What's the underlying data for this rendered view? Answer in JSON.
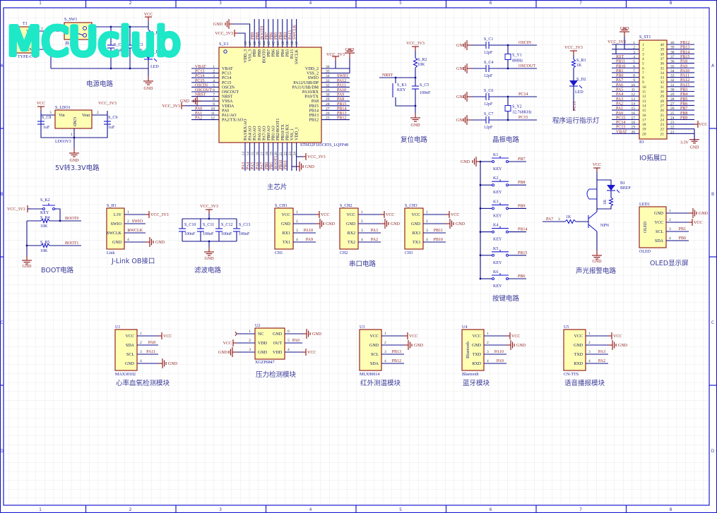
{
  "watermark": "MCUclub",
  "colors": {
    "wire": "#10108c",
    "net_label": "#8b1a1a",
    "component_body": "#ffffb4",
    "component_outline": "#8b1010",
    "frame": "#1a1ad0",
    "watermark": "#1ee8c8"
  },
  "frame": {
    "columns": [
      "1",
      "2",
      "3",
      "4",
      "5",
      "6",
      "7",
      "8"
    ],
    "rows": [
      "A",
      "B",
      "C",
      "D"
    ]
  },
  "power": {
    "title": "电源电路",
    "t1": {
      "ref": "T1",
      "vcc": "VCC",
      "nc": "NC",
      "gnd": "GND",
      "name": "TYPE-C-2P",
      "p1": "1",
      "p2": "2"
    },
    "sw": {
      "ref": "S_SW1",
      "name": "开关",
      "p2": "2"
    },
    "c2": {
      "ref": "S_C2",
      "val": "10uF"
    },
    "c3": {
      "ref": "S_C3",
      "val": "10uF"
    },
    "r1": {
      "ref": "S_R1"
    },
    "d1": {
      "ref": "S_D1",
      "name": "LED"
    },
    "vcc": "VCC",
    "gnd": "GND"
  },
  "ldo": {
    "title": "5V转3.3V电路",
    "ref": "S_LDO1",
    "vin": "Vin",
    "vout": "Vout",
    "gnd_pin": "GND",
    "name": "LDO3V3",
    "p3": "3",
    "p2": "2",
    "p1": "1",
    "c8": {
      "ref": "S_C8",
      "val": "1uF"
    },
    "c9": {
      "ref": "S_C9",
      "val": "1uF"
    },
    "vcc": "VCC",
    "vcc33": "VCC_3V3",
    "gnd": "GND"
  },
  "mcu": {
    "title": "主芯片",
    "ref": "S_U1",
    "name": "STM32F103C8T6_LQFP48",
    "left": [
      {
        "num": "1",
        "name": "VBAT",
        "net": "VBAT"
      },
      {
        "num": "2",
        "name": "PC13",
        "net": "PC13"
      },
      {
        "num": "3",
        "name": "PC14",
        "net": "PC14"
      },
      {
        "num": "4",
        "name": "PC15",
        "net": "PC15"
      },
      {
        "num": "5",
        "name": "OSCIN",
        "net": "OSCIN"
      },
      {
        "num": "6",
        "name": "OSCOUT",
        "net": "OSCOUT"
      },
      {
        "num": "7",
        "name": "NRST",
        "net": "NRST"
      },
      {
        "num": "8",
        "name": "VSSA",
        "net": "GND"
      },
      {
        "num": "9",
        "name": "VDDA",
        "net": "VCC_3V3"
      },
      {
        "num": "10",
        "name": "PA0",
        "net": "PA0"
      },
      {
        "num": "11",
        "name": "PA1/AO",
        "net": "PA1"
      },
      {
        "num": "12",
        "name": "PA2/TX/AO",
        "net": "PA2"
      }
    ],
    "right": [
      {
        "num": "36",
        "name": "VDD_2",
        "net": "VCC_3V3"
      },
      {
        "num": "35",
        "name": "VSS_2",
        "net": "GND"
      },
      {
        "num": "34",
        "name": "SWIO",
        "net": "SWIO"
      },
      {
        "num": "33",
        "name": "PA12/USB/DP",
        "net": "PA12"
      },
      {
        "num": "32",
        "name": "PA11/USB/DM",
        "net": "PA11"
      },
      {
        "num": "31",
        "name": "PA10/RX",
        "net": "PA10"
      },
      {
        "num": "30",
        "name": "PA9/TX",
        "net": "PA9"
      },
      {
        "num": "29",
        "name": "PA8",
        "net": "PA8"
      },
      {
        "num": "28",
        "name": "PB15",
        "net": "PB15"
      },
      {
        "num": "27",
        "name": "PB14",
        "net": "PB14"
      },
      {
        "num": "26",
        "name": "PB13",
        "net": "PB13"
      },
      {
        "num": "25",
        "name": "PB12",
        "net": "PB12"
      }
    ],
    "top": [
      {
        "num": "48",
        "name": "VDD_3",
        "net": "VCC_3V3"
      },
      {
        "num": "47",
        "name": "VSS_3",
        "net": "GND"
      },
      {
        "num": "46",
        "name": "PB9",
        "net": "PB9"
      },
      {
        "num": "45",
        "name": "PB8",
        "net": "PB8"
      },
      {
        "num": "44",
        "name": "BOOT0",
        "net": "BOOT0"
      },
      {
        "num": "43",
        "name": "PB7",
        "net": "PB7"
      },
      {
        "num": "42",
        "name": "PB6",
        "net": "PB6"
      },
      {
        "num": "41",
        "name": "PB5",
        "net": "PB5"
      },
      {
        "num": "40",
        "name": "PB4",
        "net": "PB4"
      },
      {
        "num": "39",
        "name": "PB3",
        "net": "PB3"
      },
      {
        "num": "38",
        "name": "PA15",
        "net": "PA15"
      },
      {
        "num": "37",
        "name": "SWCLK",
        "net": "SWCLK"
      }
    ],
    "bottom": [
      {
        "num": "13",
        "name": "PA3/RX/AO",
        "net": "PA3"
      },
      {
        "num": "14",
        "name": "PA4/AO",
        "net": "PA4"
      },
      {
        "num": "15",
        "name": "PA5/AO",
        "net": "PA5"
      },
      {
        "num": "16",
        "name": "PA6/AO",
        "net": "PA6"
      },
      {
        "num": "17",
        "name": "PA7/AO",
        "net": "PA7"
      },
      {
        "num": "18",
        "name": "PB0/AO",
        "net": "PB0"
      },
      {
        "num": "19",
        "name": "PB1/AO",
        "net": "PB1"
      },
      {
        "num": "20",
        "name": "PB2/BOOT1",
        "net": "BOOT1"
      },
      {
        "num": "21",
        "name": "PB10/TX",
        "net": "PB10"
      },
      {
        "num": "22",
        "name": "PB11/RX",
        "net": "PB11"
      },
      {
        "num": "23",
        "name": "VSS_1",
        "net": "GND"
      },
      {
        "num": "24",
        "name": "VDD_1",
        "net": "VCC_3V3"
      }
    ]
  },
  "reset": {
    "title": "复位电路",
    "vcc33": "VCC_3V3",
    "r2": {
      "ref": "S_R2",
      "val": "10K"
    },
    "nrst": "NRST",
    "k1": {
      "ref": "S_K1",
      "name": "KEY"
    },
    "c5": {
      "ref": "S_C5",
      "val": "100nF"
    },
    "gnd": "GND"
  },
  "crystal": {
    "title": "晶振电路",
    "gnd": "GND",
    "caps": [
      {
        "ref": "S_C1",
        "val": "12pF",
        "net": "OSCIN"
      },
      {
        "ref": "S_C4",
        "val": "12pF",
        "net": "OSCOUT"
      },
      {
        "ref": "S_C6",
        "val": "12pF",
        "net": "PC14"
      },
      {
        "ref": "S_C7",
        "val": "12pF",
        "net": "PC15"
      }
    ],
    "y1": {
      "ref": "S_Y1",
      "val": "8MHz"
    },
    "y2": {
      "ref": "S_Y2",
      "val": "32.768KHz"
    }
  },
  "led": {
    "title": "程序运行指示灯",
    "vcc33": "VCC_3V3",
    "r3": {
      "ref": "S_R3",
      "val": "1K"
    },
    "d2": {
      "ref": "S_D2",
      "name": "LED"
    },
    "net": "PC13"
  },
  "io": {
    "title": "IO拓展口",
    "ref": "S_ST1",
    "name": "IO",
    "gnd": "GND",
    "vcc33": "VCC_3V3",
    "left": [
      {
        "num": "1",
        "net": ""
      },
      {
        "num": "2",
        "net": ""
      },
      {
        "num": "3",
        "net": ""
      },
      {
        "num": "4",
        "net": "RST"
      },
      {
        "num": "5",
        "net": "PB11"
      },
      {
        "num": "6",
        "net": "PB10"
      },
      {
        "num": "7",
        "net": "PB1"
      },
      {
        "num": "8",
        "net": "PB0"
      },
      {
        "num": "9",
        "net": "PA7"
      },
      {
        "num": "10",
        "net": "PA6"
      },
      {
        "num": "11",
        "net": "PA5"
      },
      {
        "num": "12",
        "net": "PA4"
      },
      {
        "num": "13",
        "net": "PA3"
      },
      {
        "num": "14",
        "net": "PA2"
      },
      {
        "num": "15",
        "net": "PA1"
      },
      {
        "num": "16",
        "net": "PA0"
      },
      {
        "num": "17",
        "net": "PC15"
      },
      {
        "num": "18",
        "net": "PC14"
      },
      {
        "num": "19",
        "net": "PC13"
      },
      {
        "num": "20",
        "net": "VBAT"
      }
    ],
    "right": [
      {
        "num": "40",
        "net": "PB12"
      },
      {
        "num": "39",
        "net": "PB13"
      },
      {
        "num": "38",
        "net": "PB14"
      },
      {
        "num": "37",
        "net": "PB15"
      },
      {
        "num": "36",
        "net": "PA8"
      },
      {
        "num": "35",
        "net": "PA9"
      },
      {
        "num": "34",
        "net": "PA10"
      },
      {
        "num": "33",
        "net": "PA11"
      },
      {
        "num": "32",
        "net": "PA12"
      },
      {
        "num": "31",
        "net": "PA15"
      },
      {
        "num": "30",
        "net": "PB3"
      },
      {
        "num": "29",
        "net": "PB4"
      },
      {
        "num": "28",
        "net": "PB5"
      },
      {
        "num": "27",
        "net": "PB6"
      },
      {
        "num": "26",
        "net": "PB7"
      },
      {
        "num": "25",
        "net": "PB8"
      },
      {
        "num": "24",
        "net": "PB9"
      },
      {
        "num": "23",
        "net": "VCC"
      },
      {
        "num": "22",
        "net": "GND"
      },
      {
        "num": "21",
        "net": "3.3V"
      }
    ]
  },
  "boot": {
    "title": "BOOT电路",
    "vcc33": "VCC_3V3",
    "k2": {
      "ref": "S_K2",
      "name": "KEY"
    },
    "r4": {
      "ref": "S_R4",
      "val": "10K",
      "net": "BOOT0"
    },
    "r5": {
      "ref": "S_R5",
      "val": "10K",
      "net": "BOOT1"
    },
    "gnd": "GND"
  },
  "jlink": {
    "title": "J-Link OB接口",
    "ref": "S_H1",
    "name": "Link",
    "pins": [
      {
        "n": "3.3V",
        "num": "1",
        "net": "VCC_3V3"
      },
      {
        "n": "SWIO",
        "num": "2",
        "net": "SWIO"
      },
      {
        "n": "SWCLK",
        "num": "3",
        "net": "SWCLK"
      },
      {
        "n": "GND",
        "num": "4",
        "net": "GND"
      }
    ]
  },
  "filter": {
    "title": "滤波电路",
    "vcc33": "VCC_3V3",
    "gnd": "GND",
    "caps": [
      {
        "ref": "S_C10",
        "val": "100nF"
      },
      {
        "ref": "S_C11",
        "val": "100nF"
      },
      {
        "ref": "S_C12",
        "val": "100nF"
      },
      {
        "ref": "S_C13",
        "val": "100nF"
      }
    ]
  },
  "serial": {
    "title": "串口电路",
    "ch": [
      {
        "ref": "S_CH1",
        "name": "CH1",
        "pins": [
          {
            "n": "VCC",
            "num": "1",
            "net": "VCC"
          },
          {
            "n": "GND",
            "num": "2",
            "net": "GND"
          },
          {
            "n": "RX1",
            "num": "3",
            "net": "PA10"
          },
          {
            "n": "TX1",
            "num": "4",
            "net": "PA9"
          }
        ]
      },
      {
        "ref": "S_CH2",
        "name": "CH2",
        "pins": [
          {
            "n": "VCC",
            "num": "1",
            "net": "VCC"
          },
          {
            "n": "GND",
            "num": "2",
            "net": "GND"
          },
          {
            "n": "RX2",
            "num": "3",
            "net": "PA3"
          },
          {
            "n": "TX2",
            "num": "4",
            "net": "PA2"
          }
        ]
      },
      {
        "ref": "S_CH3",
        "name": "CH3",
        "pins": [
          {
            "n": "VCC",
            "num": "1",
            "net": "VCC"
          },
          {
            "n": "GND",
            "num": "2",
            "net": "GND"
          },
          {
            "n": "RX3",
            "num": "3",
            "net": "PB11"
          },
          {
            "n": "TX3",
            "num": "4",
            "net": "PB10"
          }
        ]
      }
    ]
  },
  "keys": {
    "title": "按键电路",
    "gnd": "GND",
    "items": [
      {
        "ref": "K1",
        "name": "KEY",
        "net": "PB7"
      },
      {
        "ref": "K2",
        "name": "KEY",
        "net": "PB8"
      },
      {
        "ref": "K3",
        "name": "KEY",
        "net": "PB9"
      },
      {
        "ref": "K4",
        "name": "KEY",
        "net": "PB14"
      },
      {
        "ref": "K5",
        "name": "KEY",
        "net": "PB15"
      },
      {
        "ref": "K6",
        "name": "KEY",
        "net": "PB6"
      }
    ]
  },
  "beep": {
    "title": "声光报警电路",
    "vcc": "VCC",
    "b1": {
      "ref": "B1",
      "name": "BEEP"
    },
    "r": "1K",
    "rb": "1K",
    "net": "PA7",
    "pin": "3",
    "npn": "NPN",
    "gnd": "GND"
  },
  "oled": {
    "title": "OLED显示屏",
    "ref": "LED1",
    "name": "OLED",
    "inner": "OLED",
    "pins": [
      {
        "n": "GND",
        "num": "1",
        "net": "GND"
      },
      {
        "n": "VCC",
        "num": "2",
        "net": "VCC"
      },
      {
        "n": "SCL",
        "num": "3",
        "net": "PB1"
      },
      {
        "n": "SDA",
        "num": "4",
        "net": "PB0"
      }
    ]
  },
  "modules": [
    {
      "title": "心率血氧检测模块",
      "ref": "U1",
      "name": "MAX30102",
      "pins": [
        {
          "n": "VCC",
          "num": "1",
          "net": "VCC"
        },
        {
          "n": "SDA",
          "num": "2",
          "net": "PA8"
        },
        {
          "n": "SCL",
          "num": "3",
          "net": "PA11"
        },
        {
          "n": "GND",
          "num": "4",
          "net": "GND"
        }
      ]
    },
    {
      "title": "红外测温模块",
      "ref": "U3",
      "name": "MLX90614",
      "pins": [
        {
          "n": "VCC",
          "num": "1",
          "net": "VCC"
        },
        {
          "n": "GND",
          "num": "2",
          "net": "GND"
        },
        {
          "n": "SCL",
          "num": "3",
          "net": "PB13"
        },
        {
          "n": "SDA",
          "num": "4",
          "net": "PB12"
        }
      ]
    },
    {
      "title": "蓝牙模块",
      "ref": "U4",
      "name": "Bluetooth",
      "inner": "Bluetooth",
      "pins": [
        {
          "n": "VCC",
          "num": "1",
          "net": "VCC"
        },
        {
          "n": "GND",
          "num": "2",
          "net": "GND"
        },
        {
          "n": "TXD",
          "num": "3",
          "net": "PA10"
        },
        {
          "n": "RXD",
          "num": "4",
          "net": "PA9"
        }
      ]
    },
    {
      "title": "语音播报模块",
      "ref": "U5",
      "name": "CN-TTS",
      "pins": [
        {
          "n": "VCC",
          "num": "1",
          "net": "VCC"
        },
        {
          "n": "GND",
          "num": "2",
          "net": "GND"
        },
        {
          "n": "TXD",
          "num": "3",
          "net": "PA3"
        },
        {
          "n": "RXD",
          "num": "4",
          "net": "PA2"
        }
      ]
    }
  ],
  "pressure": {
    "title": "压力检测模块",
    "ref": "U2",
    "name": "XGZP6847",
    "left": [
      {
        "n": "NC",
        "num": "1",
        "net": ""
      },
      {
        "n": "VDD",
        "num": "2",
        "net": "VCC"
      },
      {
        "n": "GND",
        "num": "3",
        "net": "GND"
      }
    ],
    "right": [
      {
        "n": "GND",
        "num": "6",
        "net": "GND"
      },
      {
        "n": "OUT",
        "num": "5",
        "net": "PA0"
      },
      {
        "n": "VDD",
        "num": "4",
        "net": "VCC"
      }
    ]
  }
}
